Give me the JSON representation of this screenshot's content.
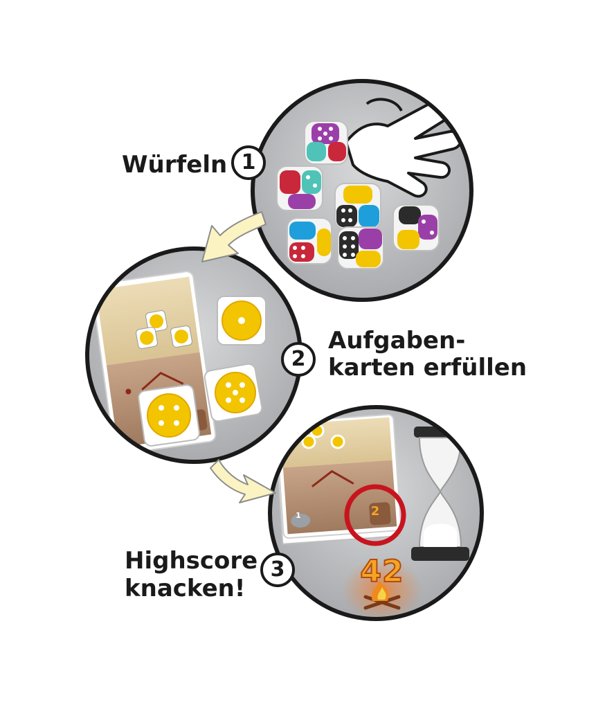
{
  "steps": [
    {
      "number": "1",
      "title": "Würfeln"
    },
    {
      "number": "2",
      "title_line1": "Aufgaben-",
      "title_line2": "karten erfüllen"
    },
    {
      "number": "3",
      "title_line1": "Highscore",
      "title_line2": "knacken!"
    }
  ],
  "card": {
    "level_badge": "2",
    "corner_badge": "1"
  },
  "score": "42",
  "icons": [
    "hand-icon",
    "die-icon",
    "arrow-icon",
    "hourglass-icon",
    "campfire-icon",
    "task-card-icon"
  ],
  "colors": {
    "die_purple": "#9b3fa8",
    "die_teal": "#4fc3b8",
    "die_red": "#c8283a",
    "die_yellow": "#f2c500",
    "die_blue": "#1e9fdb",
    "die_black": "#2b2b2b",
    "circle_border": "#1a1a1a",
    "arrow_fill": "#fbf3c2",
    "highlight_ring": "#c8141e",
    "score_fill": "#f4a623"
  }
}
